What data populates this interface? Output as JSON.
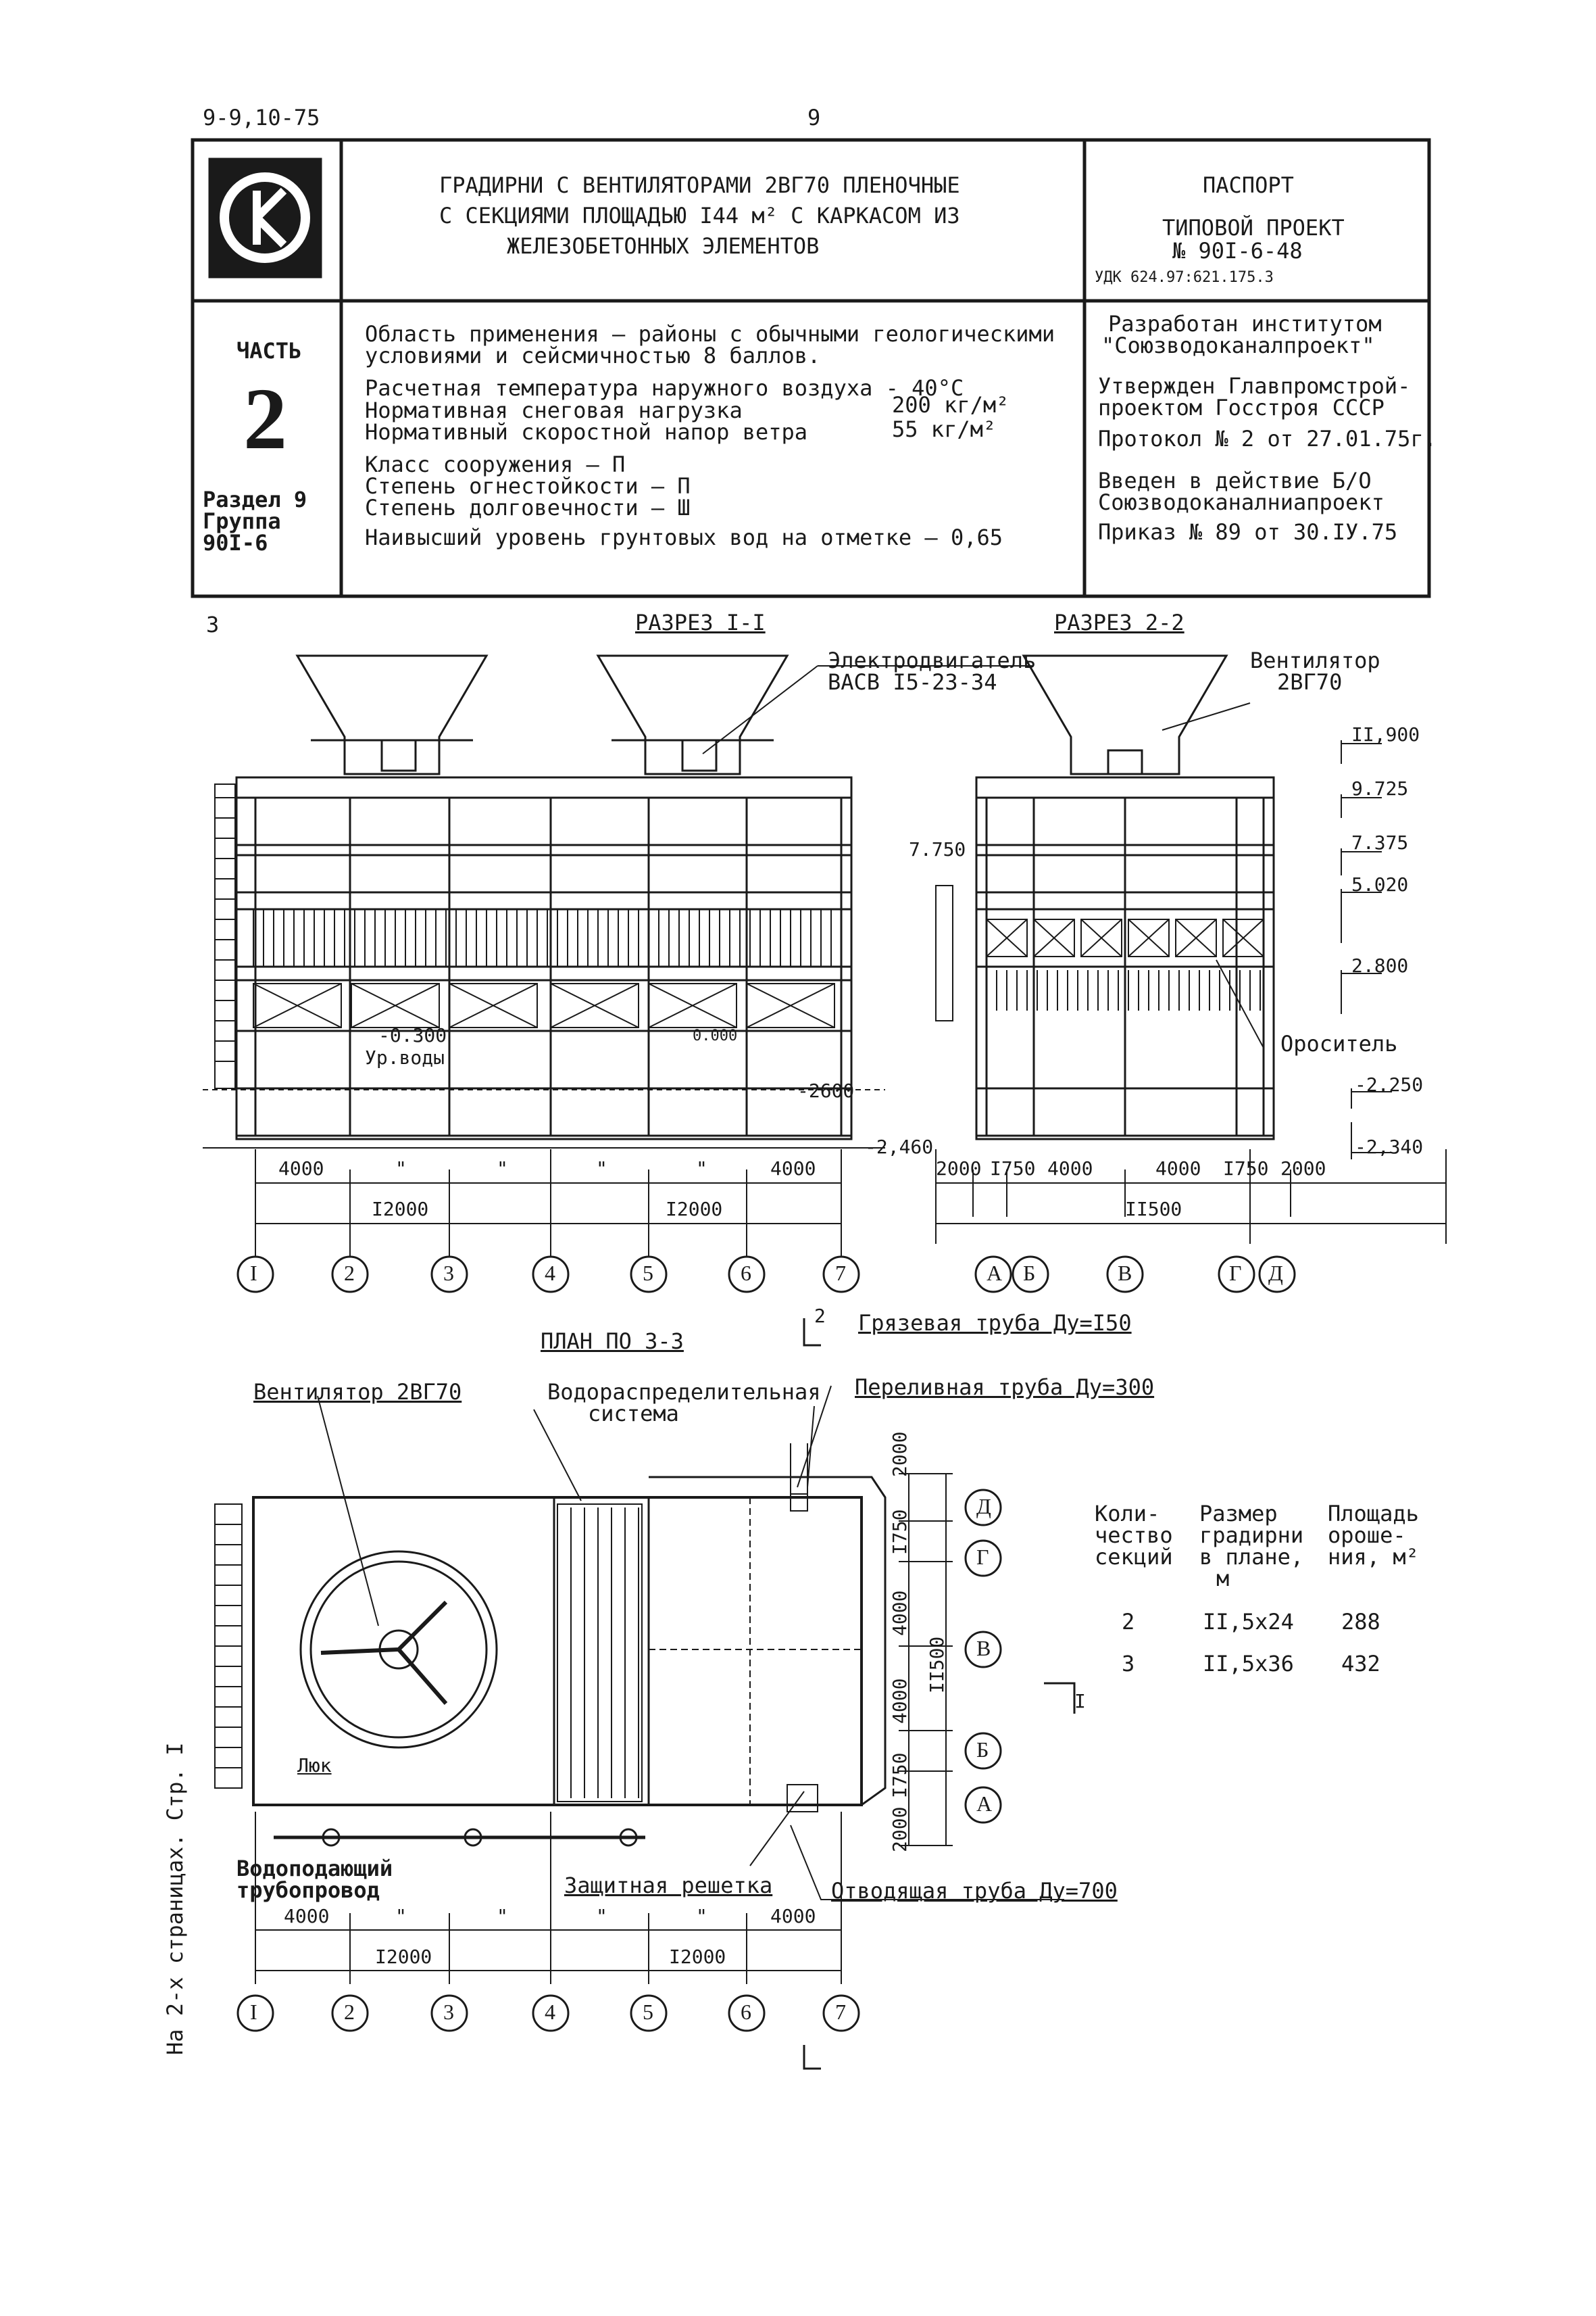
{
  "header": {
    "doc_code": "9-9,10-75",
    "page_num": "9",
    "logo_text": "СК",
    "title_lines": [
      "ГРАДИРНИ С ВЕНТИЛЯТОРАМИ 2ВГ70 ПЛЕНОЧНЫЕ",
      "С СЕКЦИЯМИ ПЛОЩАДЬЮ I44 м² С КАРКАСОМ ИЗ",
      "ЖЕЛЕЗОБЕТОННЫХ ЭЛЕМЕНТОВ"
    ],
    "passport": "ПАСПОРТ",
    "project_type": "ТИПОВОЙ ПРОЕКТ",
    "project_no": "№ 90I-6-48",
    "udk": "УДК 624.97:621.175.3"
  },
  "part": {
    "label": "ЧАСТЬ",
    "number": "2",
    "section": "Раздел 9",
    "group": "Группа",
    "group_code": "90I-6"
  },
  "specs": {
    "lines": [
      "Область применения – районы с обычными геологическими",
      "условиями и сейсмичностью 8 баллов.",
      "Расчетная температура наружного воздуха - 40°С",
      "Нормативная снеговая нагрузка",
      "Нормативный скоростной напор ветра",
      "Класс сооружения  –  П",
      "Степень огнестойкости  –  П",
      "Степень долговечности  –  Ш",
      "Наивысший уровень грунтовых вод на отметке – 0,65"
    ],
    "snow_value": "200 кг/м²",
    "wind_value": "55 кг/м²"
  },
  "approval": {
    "lines": [
      "Разработан институтом",
      "\"Союзводоканалпроект\"",
      "Утвержден Главпромстрой-",
      "проектом Госстроя СССР",
      "Протокол № 2 от 27.01.75г.",
      "Введен в действие Б/О",
      "Союзводоканалниапроект",
      "Приказ № 89  от  30.IУ.75"
    ]
  },
  "section11": {
    "title": "РАЗРЕЗ  I-I",
    "mark3": "3",
    "motor_label": "Электродвигатель",
    "motor_model": "ВАСВ I5-23-34",
    "level_water": "-0.300",
    "water_label": "Ур.воды",
    "level_zero": "0.000",
    "level_2600": "-2600",
    "level_2460": "-2,460",
    "dims": [
      "4000",
      "\"",
      "\"",
      "\"",
      "\"",
      "4000"
    ],
    "total_dims": [
      "I2000",
      "I2000"
    ],
    "axes": [
      "I",
      "2",
      "3",
      "4",
      "5",
      "6",
      "7"
    ]
  },
  "section22": {
    "title": "РАЗРЕЗ  2-2",
    "fan_label": "Вентилятор",
    "fan_model": "2ВГ70",
    "levels": [
      "II,900",
      "9.725",
      "7.375",
      "5.020",
      "2.800"
    ],
    "level_7750": "7.750",
    "sprinkler": "Ороситель",
    "level_m2250": "-2.250",
    "level_m2340": "-2,340",
    "dims": [
      "2000",
      "I750",
      "4000",
      "4000",
      "I750",
      "2000"
    ],
    "total": "II500",
    "axes": [
      "А",
      "Б",
      "В",
      "Г",
      "Д"
    ]
  },
  "plan": {
    "title": "ПЛАН  ПО  3-3",
    "mark2": "2",
    "markI": "I",
    "labels": {
      "dirt_pipe": "Грязевая труба Ду=I50",
      "overflow_pipe": "Переливная труба Ду=300",
      "fan": "Вентилятор 2ВГ70",
      "water_dist1": "Водораспределительная",
      "water_dist2": "система",
      "hatch": "Люк",
      "supply1": "Водоподающий",
      "supply2": "трубопровод",
      "grate": "Защитная решетка",
      "outlet": "Отводящая труба  Ду=700"
    },
    "vdims": [
      "2000",
      "I750",
      "4000",
      "4000",
      "I750",
      "2000"
    ],
    "vtotal": "II500",
    "dims": [
      "4000",
      "\"",
      "\"",
      "\"",
      "\"",
      "4000"
    ],
    "total_dims": [
      "I2000",
      "I2000"
    ],
    "axes": [
      "I",
      "2",
      "3",
      "4",
      "5",
      "6",
      "7"
    ],
    "row_axes": [
      "Д",
      "Г",
      "В",
      "Б",
      "А"
    ]
  },
  "table": {
    "headers": [
      [
        "Коли-",
        "чество",
        "секций"
      ],
      [
        "Размер",
        "градирни",
        "в плане,",
        "м"
      ],
      [
        "Площадь",
        "ороше-",
        "ния, м²"
      ]
    ],
    "rows": [
      [
        "2",
        "II,5х24",
        "288"
      ],
      [
        "3",
        "II,5х36",
        "432"
      ]
    ]
  },
  "side_note": "На 2-х страницах.  Стр. I"
}
